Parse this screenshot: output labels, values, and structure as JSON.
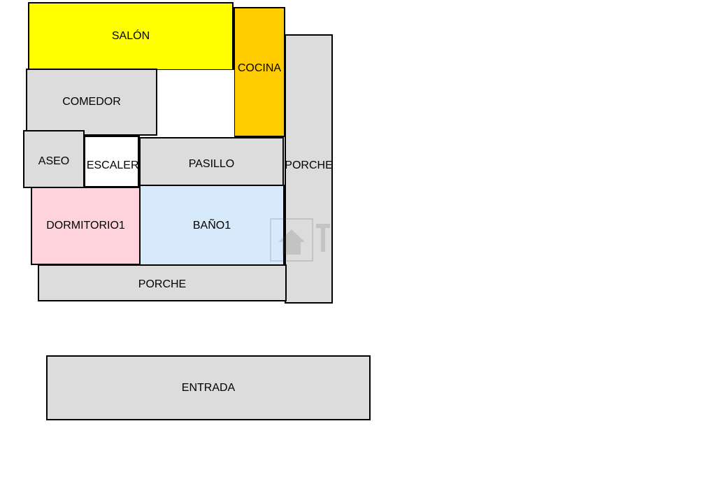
{
  "plan": {
    "rooms": [
      {
        "id": "salon",
        "label": "SALÓN",
        "color": "#FFFF00"
      },
      {
        "id": "cocina",
        "label": "COCINA",
        "color": "#FFCC00"
      },
      {
        "id": "comedor",
        "label": "COMEDOR",
        "color": "#DCDCDC"
      },
      {
        "id": "aseo",
        "label": "ASEO",
        "color": "#DCDCDC"
      },
      {
        "id": "escalera",
        "label": "ESCALERA",
        "color": "#FFFFFF"
      },
      {
        "id": "pasillo",
        "label": "PASILLO",
        "color": "#DCDCDC"
      },
      {
        "id": "dormitorio",
        "label": "DORMITORIO1",
        "color": "#FFD3DC"
      },
      {
        "id": "bano",
        "label": "BAÑO1",
        "color": "#D6EAFB"
      },
      {
        "id": "porche_right",
        "label": "PORCHE",
        "color": "#DCDCDC"
      },
      {
        "id": "porche_bottom",
        "label": "PORCHE",
        "color": "#DCDCDC"
      },
      {
        "id": "entrada",
        "label": "ENTRADA",
        "color": "#DCDCDC"
      }
    ]
  }
}
